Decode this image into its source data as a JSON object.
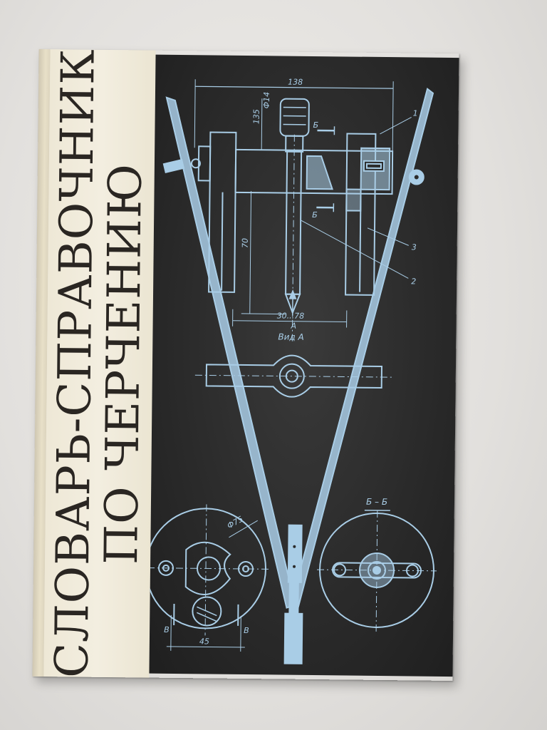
{
  "cover": {
    "title_line_1": "СЛОВАРЬ-СПРАВОЧНИК",
    "title_line_2": "ПО ЧЕРЧЕНИЮ"
  },
  "drawing": {
    "dim_top": "138",
    "dim_dia": "Ф14",
    "dim_height": "135",
    "dim_70": "70",
    "dim_range": "30...78",
    "view_a": "Вид А",
    "arrow_a": "А",
    "section_b_top": "Б",
    "section_b_bottom": "Б",
    "section_bb": "Б – Б",
    "label_1": "1",
    "label_2": "2",
    "label_3": "3",
    "dim_75": "Ф75",
    "dim_45": "45",
    "mark_v_left": "В",
    "mark_v_right": "В"
  },
  "colors": {
    "line": "#a9cde6",
    "art_bg": "#2b2b2b",
    "paper": "#f0ebdc",
    "title_ink": "#2a2622"
  }
}
